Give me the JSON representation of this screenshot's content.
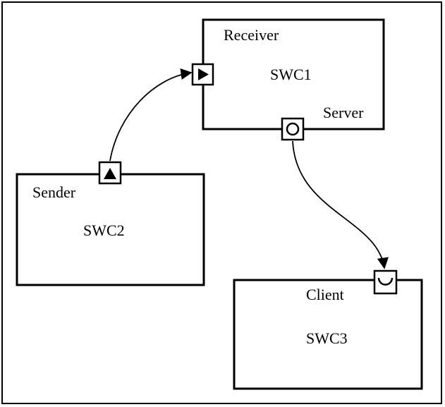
{
  "components": {
    "swc1": {
      "name": "SWC1",
      "role_label": "Receiver",
      "port_label": "Server"
    },
    "swc2": {
      "name": "SWC2",
      "role_label": "Sender"
    },
    "swc3": {
      "name": "SWC3",
      "role_label": "Client"
    }
  },
  "ports": {
    "receiver_port": "receiver-port-icon",
    "sender_port": "sender-port-icon",
    "server_port": "server-port-icon",
    "client_port": "client-port-icon"
  },
  "colors": {
    "stroke": "#000000",
    "background": "#ffffff"
  }
}
